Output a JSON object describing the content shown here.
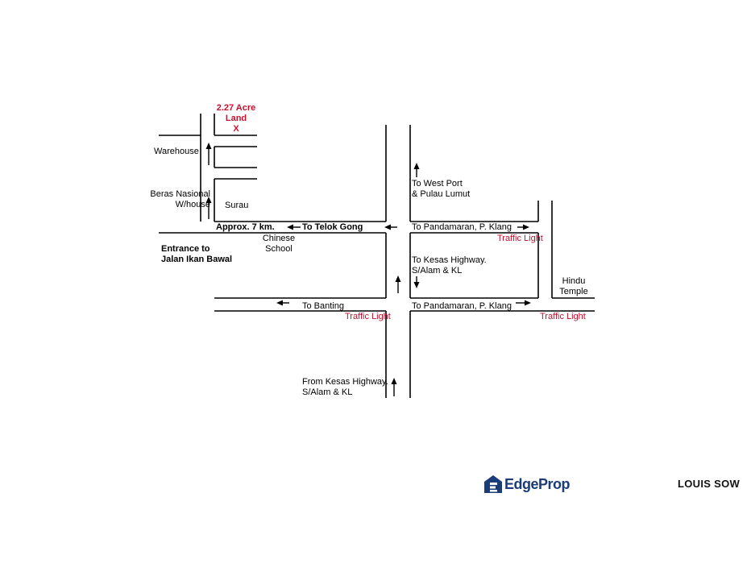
{
  "labels": {
    "land_line1": "2.27 Acre",
    "land_line2": "Land",
    "land_marker": "X",
    "warehouse": "Warehouse",
    "beras_line1": "Beras Nasional",
    "beras_line2": "W/house",
    "surau": "Surau",
    "approx": "Approx. 7 km.",
    "to_telok_gong": "To Telok Gong",
    "chinese_line1": "Chinese",
    "chinese_line2": "School",
    "entrance_line1": "Entrance to",
    "entrance_line2": "Jalan Ikan Bawal",
    "west_port_line1": "To West Port",
    "west_port_line2": "& Pulau Lumut",
    "to_pandamaran_top": "To Pandamaran, P. Klang",
    "traffic_light_top": "Traffic Light",
    "kesas_line1": "To Kesas Highway.",
    "kesas_line2": "S/Alam & KL",
    "hindu_line1": "Hindu",
    "hindu_line2": "Temple",
    "to_banting": "To Banting",
    "traffic_light_left": "Traffic Light",
    "to_pandamaran_bottom": "To Pandamaran, P. Klang",
    "traffic_light_right": "Traffic Light",
    "from_kesas_line1": "From Kesas Highway.",
    "from_kesas_line2": "S/Alam & KL"
  },
  "brand": {
    "name": "EdgeProp",
    "agent": "LOUIS SOW"
  },
  "colors": {
    "highlight": "#c8102e",
    "road": "#000000",
    "brand": "#1a3c78"
  }
}
